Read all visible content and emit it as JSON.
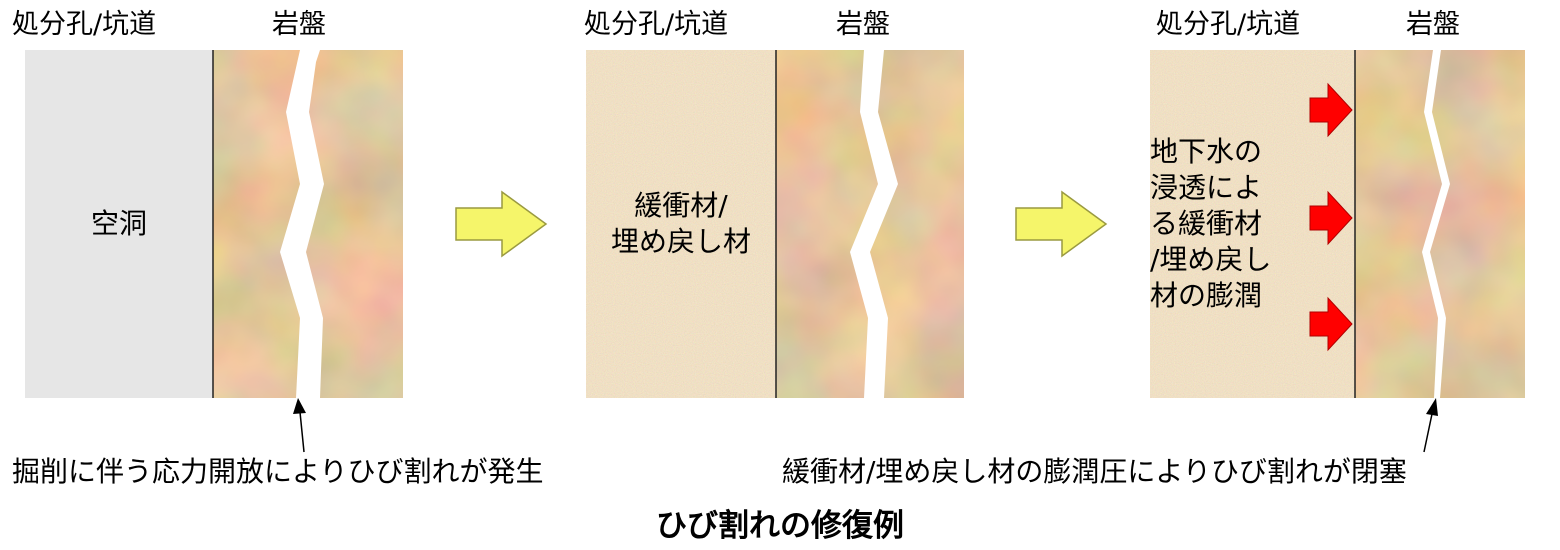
{
  "labels": {
    "hole": "処分孔/坑道",
    "rock": "岩盤"
  },
  "panel1": {
    "void_text": "空洞"
  },
  "panel2": {
    "lines": [
      "緩衝材/",
      "埋め戻し材"
    ]
  },
  "panel3": {
    "lines": [
      "地下水の",
      "浸透によ",
      "る緩衝材",
      "/埋め戻し",
      "材の膨潤"
    ]
  },
  "captions": {
    "left": "掘削に伴う応力開放によりひび割れが発生",
    "right": "緩衝材/埋め戻し材の膨潤圧によりひび割れが閉塞"
  },
  "title": "ひび割れの修復例",
  "colors": {
    "rock": "#c98c4f",
    "buffer": "#dcc08e",
    "void": "#e6e6e6",
    "flow_arrow": "#f5f56a",
    "pressure_arrow": "#ff0000"
  }
}
